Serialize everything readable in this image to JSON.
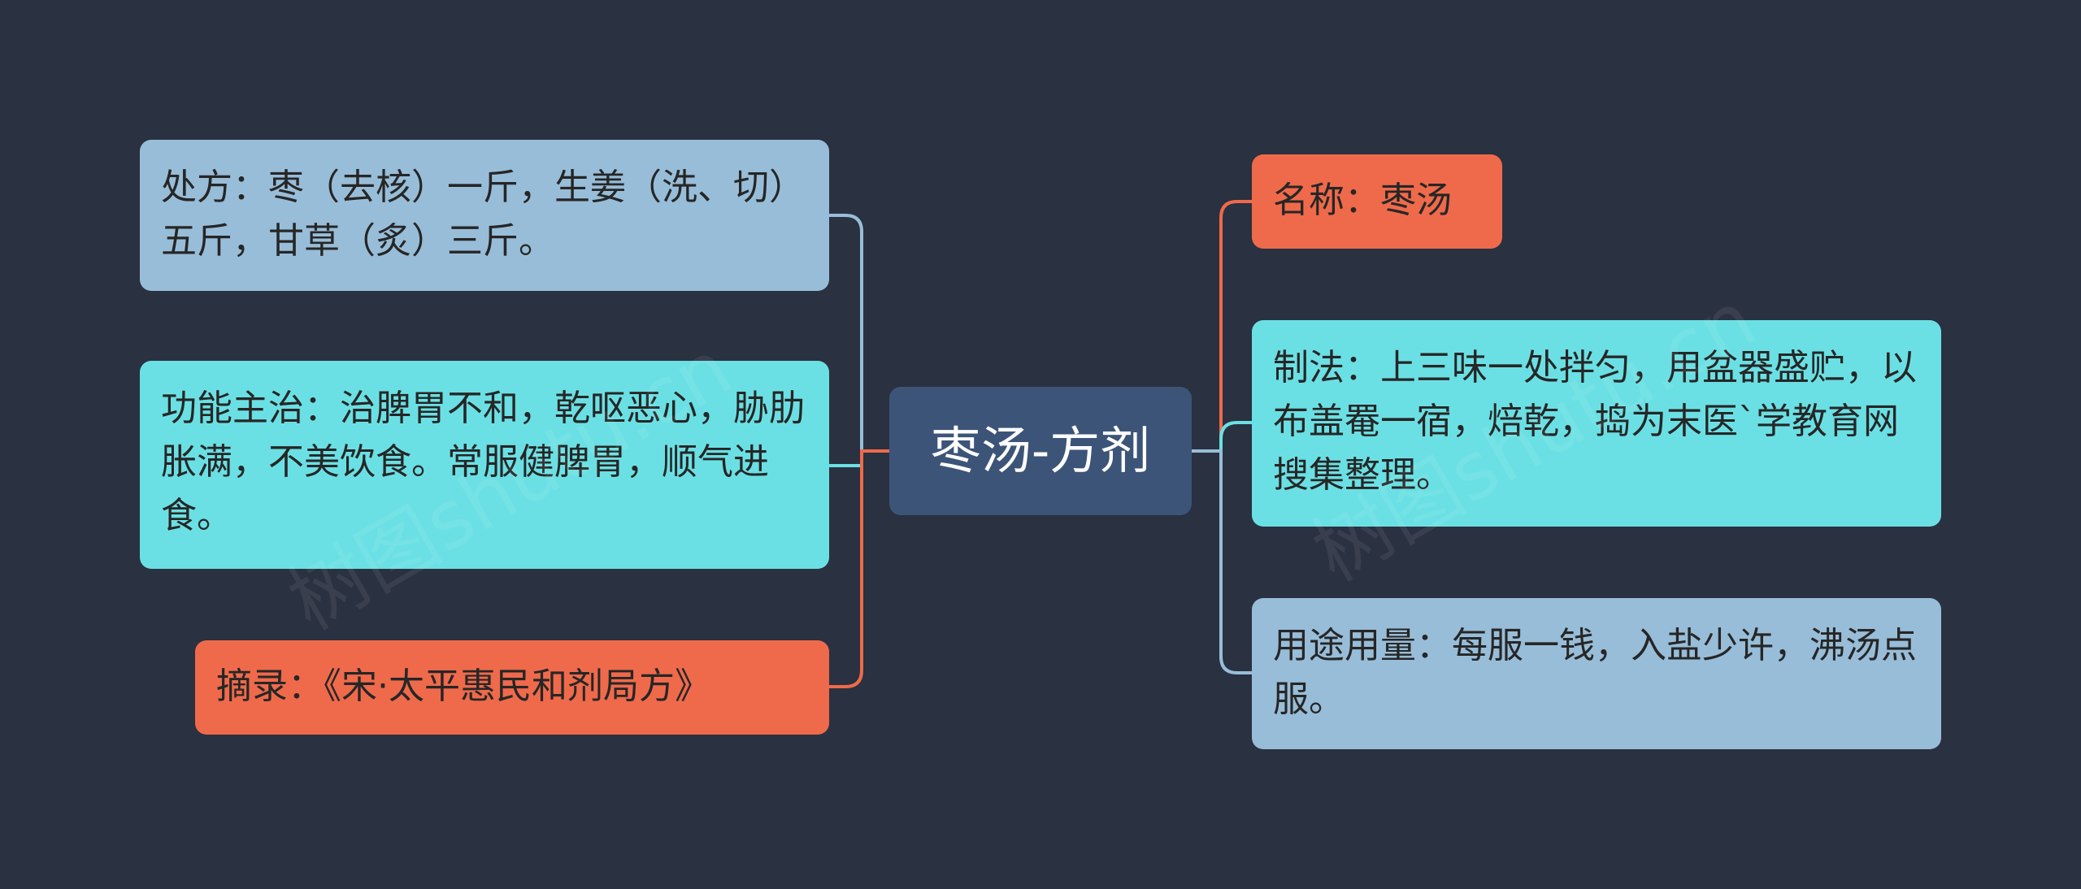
{
  "center": {
    "label": "枣汤-方剂"
  },
  "left_nodes": [
    {
      "id": "prescription",
      "text": "处方：枣（去核）一斤，生姜（洗、切）五斤，甘草（炙）三斤。"
    },
    {
      "id": "function",
      "text": "功能主治：治脾胃不和，乾呕恶心，胁肋胀满，不美饮食。常服健脾胃，顺气进食。"
    },
    {
      "id": "source",
      "text": "摘录：《宋·太平惠民和剂局方》"
    }
  ],
  "right_nodes": [
    {
      "id": "name",
      "text": "名称：枣汤"
    },
    {
      "id": "method",
      "text": "制法：上三味一处拌匀，用盆器盛贮，以布盖罨一宿，焙乾，捣为末医`学教育网搜集整理。"
    },
    {
      "id": "usage",
      "text": "用途用量：每服一钱，入盐少许，沸汤点服。"
    }
  ],
  "colors": {
    "background": "#2a3140",
    "center": "#3c5478",
    "blue": "#98bdd8",
    "cyan": "#6be0e4",
    "orange": "#ef6a4b"
  }
}
